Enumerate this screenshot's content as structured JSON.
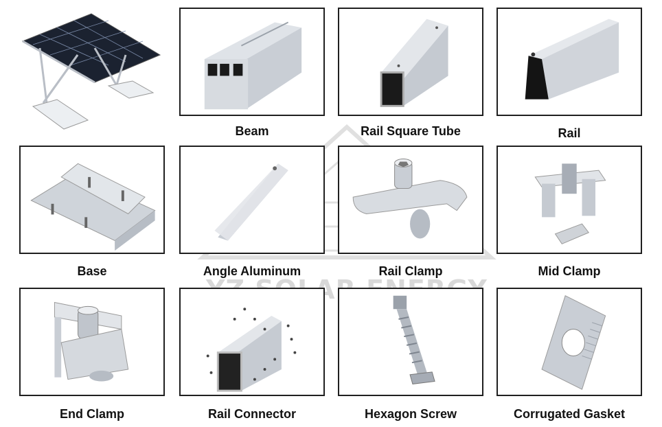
{
  "watermark": "YZ SOLAR ENERGY",
  "items": [
    {
      "label": "Beam"
    },
    {
      "label": "Rail Square Tube"
    },
    {
      "label": "Rail"
    },
    {
      "label": "Base"
    },
    {
      "label": "Angle Aluminum"
    },
    {
      "label": "Rail Clamp"
    },
    {
      "label": "Mid Clamp"
    },
    {
      "label": "End Clamp"
    },
    {
      "label": "Rail Connector"
    },
    {
      "label": "Hexagon Screw"
    },
    {
      "label": "Corrugated Gasket"
    }
  ]
}
